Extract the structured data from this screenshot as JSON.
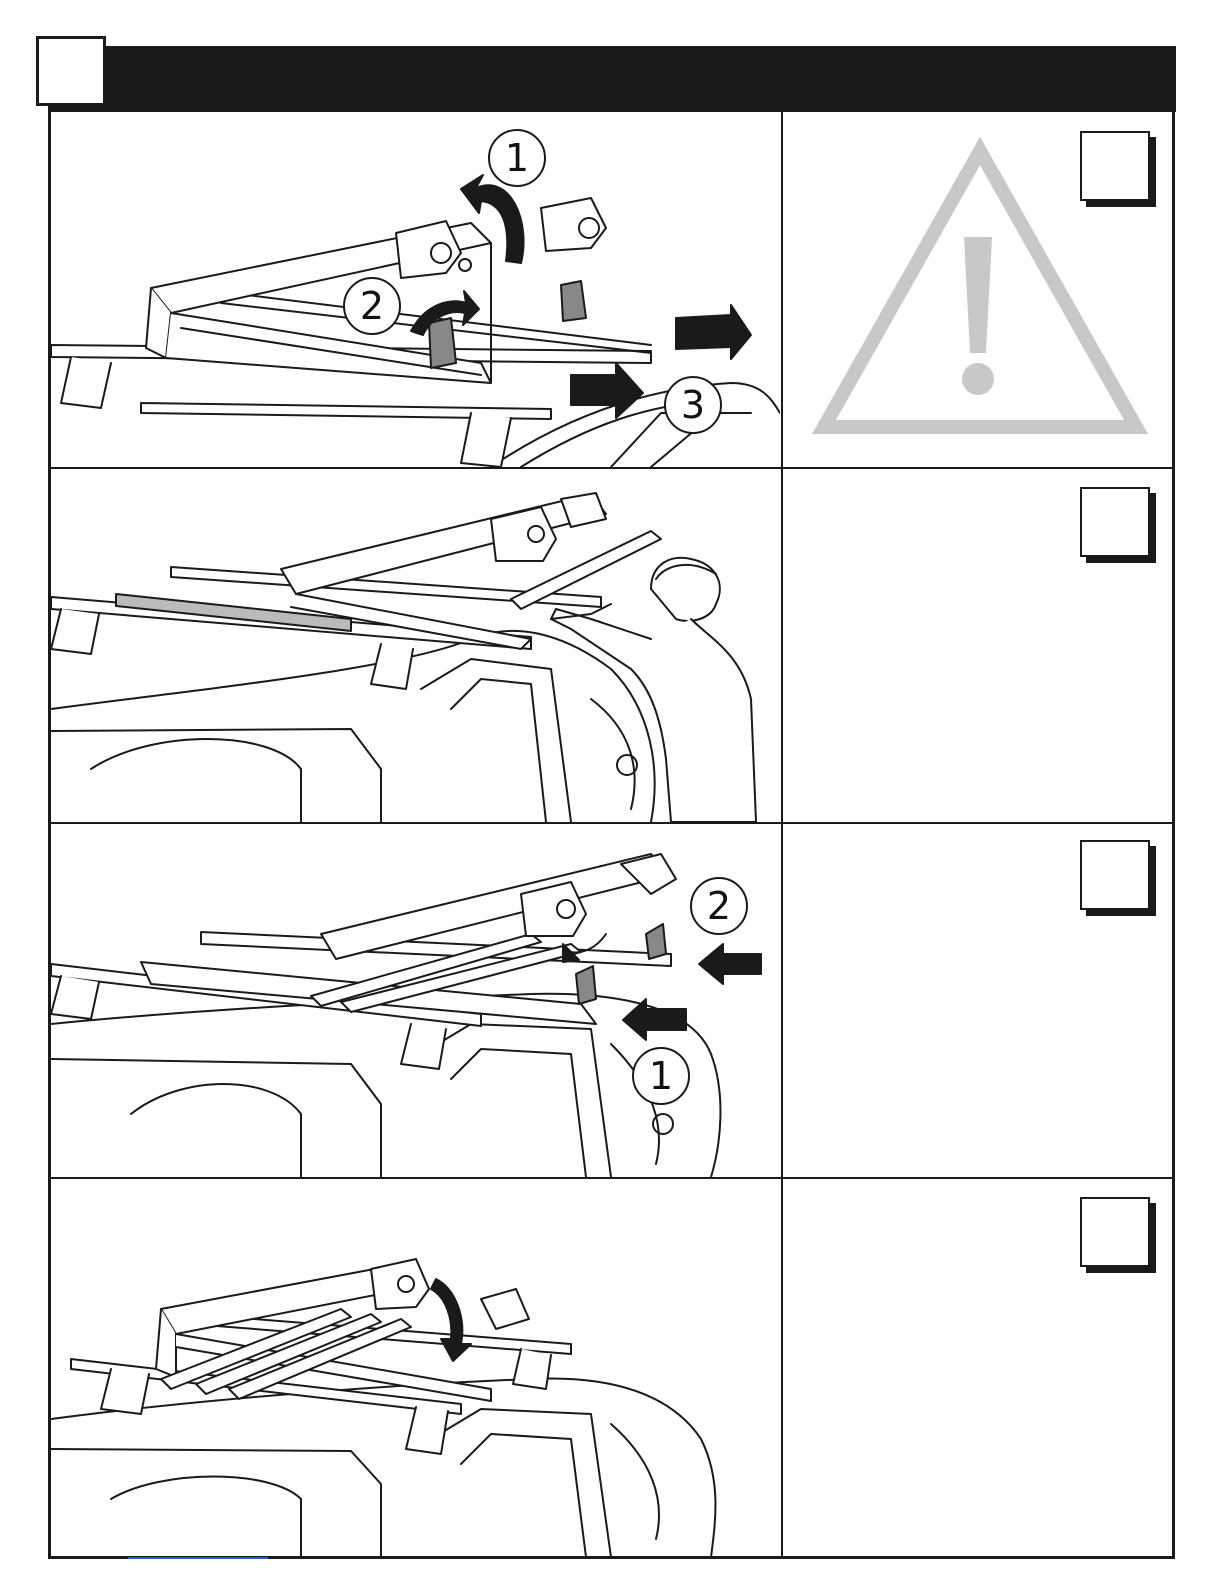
{
  "panels": [
    {
      "markers": [
        "1",
        "2",
        "3"
      ]
    },
    {
      "markers": []
    },
    {
      "markers": [
        "2",
        "1"
      ]
    },
    {
      "markers": []
    }
  ],
  "colors": {
    "ink": "#1a1a1a",
    "warning_gray": "#c8c8c8",
    "link_blue": "#2c5cc5"
  },
  "icons": {
    "warning": "warning-triangle-icon",
    "arrow": "arrow-icon"
  }
}
